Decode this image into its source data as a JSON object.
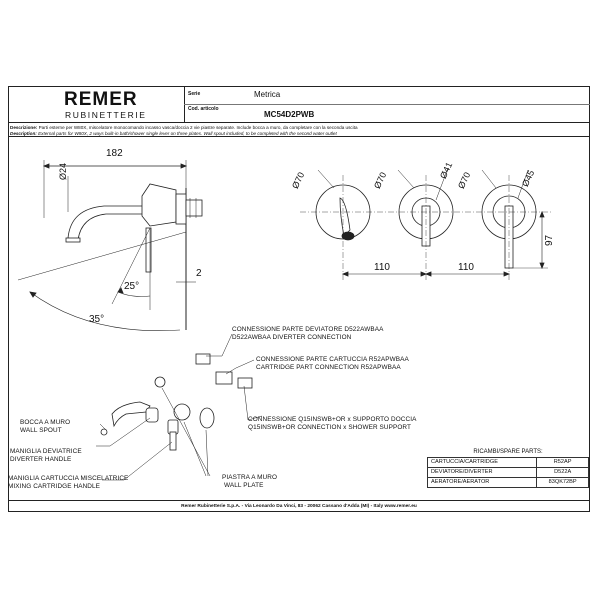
{
  "header": {
    "brand": "REMER",
    "brand_sub": "RUBINETTERIE",
    "serie_label": "Serie",
    "serie_value": "Metrica",
    "cod_label": "Cod. articolo",
    "cod_value": "MC54D2PWB"
  },
  "description": {
    "label_it": "Descrizione:",
    "text_it": "Parti esterne per W80X, miscelatore monocomando incasso vasca/doccia 2 vie piastre separate. Include bocca a muro, da completare con la seconda uscita",
    "label_en": "Description:",
    "text_en": "External parts for W80X, 2 ways built-in bath/shower single lever on three plates. Wall spout included, to be completed with the second water outlet"
  },
  "dimensions": {
    "side_length": "182",
    "side_diameter": "Ø24",
    "side_gap": "2",
    "angle_small": "25°",
    "angle_large": "35°",
    "plate_d1": "Ø70",
    "plate_d2": "Ø70",
    "plate_d3": "Ø70",
    "plate_d4": "Ø41",
    "plate_d5": "Ø45",
    "spacing_1": "110",
    "spacing_2": "110",
    "height": "97"
  },
  "callouts": {
    "diverter_conn_it": "CONNESSIONE PARTE DEVIATORE  D522AWBAA",
    "diverter_conn_en": "D522AWBAA DIVERTER CONNECTION",
    "cartridge_conn_it": "CONNESSIONE PARTE CARTUCCIA R52APWBAA",
    "cartridge_conn_en": "CARTRIDGE PART CONNECTION R52APWBAA",
    "shower_conn_it": "CONNESSIONE Q15INSWB+OR x SUPPORTO DOCCIA",
    "shower_conn_en": "Q15INSWB+OR CONNECTION x SHOWER SUPPORT",
    "spout_it": "BOCCA A MURO",
    "spout_en": "WALL SPOUT",
    "diverter_handle_it": "MANIGLIA DEVIATRICE",
    "diverter_handle_en": "DIVERTER HANDLE",
    "mixing_handle_it": "MANIGLIA CARTUCCIA MISCELATRICE",
    "mixing_handle_en": "MIXING CARTRIDGE HANDLE",
    "plate_it": "PIASTRA A MURO",
    "plate_en": "WALL PLATE"
  },
  "spare_parts": {
    "title": "RICAMBI/SPARE PARTS:",
    "rows": [
      {
        "name": "CARTUCCIA/CARTRIDGE",
        "code": "R52AP"
      },
      {
        "name": "DEVIATORE/DIVERTER",
        "code": "D522A"
      },
      {
        "name": "AERATORE/AERATOR",
        "code": "83QK72BP"
      }
    ]
  },
  "footer": "Remer Rubinetterie S.p.A. - Via Leonardo Da Vinci, 83 - 20062 Cassano d'Adda (MI) - Italy www.remer.eu"
}
